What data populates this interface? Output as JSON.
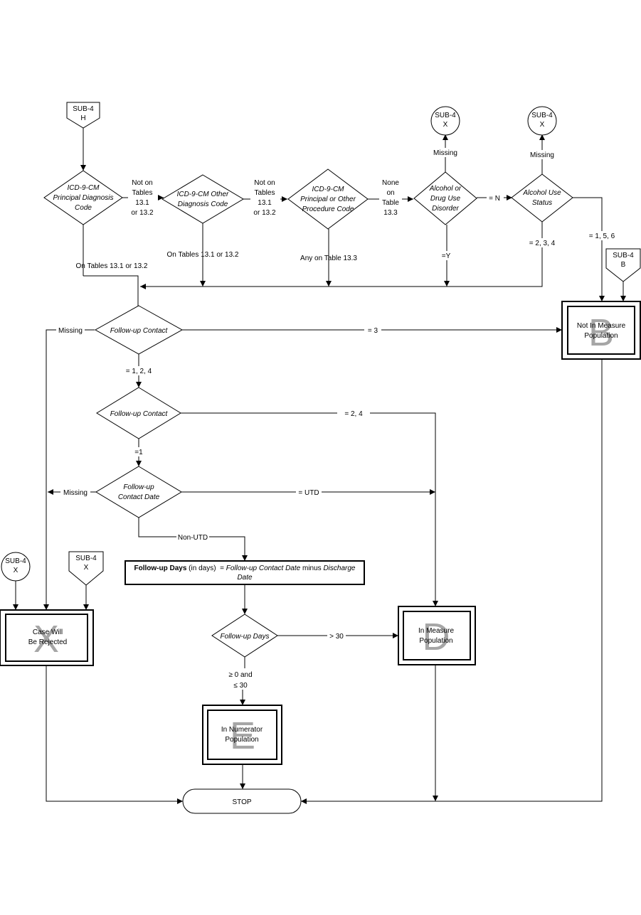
{
  "connectors": {
    "sub4_h": [
      "SUB-4",
      "H"
    ],
    "sub4_x_top1": [
      "SUB-4",
      "X"
    ],
    "sub4_x_top2": [
      "SUB-4",
      "X"
    ],
    "sub4_b": [
      "SUB-4",
      "B"
    ],
    "sub4_x_left1": [
      "SUB-4",
      "X"
    ],
    "sub4_x_left2": [
      "SUB-4",
      "X"
    ]
  },
  "decisions": {
    "principal_dx": [
      "ICD-9-CM",
      "Principal Diagnosis",
      "Code"
    ],
    "other_dx": [
      "ICD-9-CM Other",
      "Diagnosis Code"
    ],
    "procedure": [
      "ICD-9-CM",
      "Principal or Other",
      "Procedure Code"
    ],
    "alcohol_drug": [
      "Alcohol or",
      "Drug Use",
      "Disorder"
    ],
    "alcohol_status": [
      "Alcohol Use",
      "Status"
    ],
    "followup_contact_1": [
      "Follow-up Contact"
    ],
    "followup_contact_2": [
      "Follow-up Contact"
    ],
    "followup_date": [
      "Follow-up",
      "Contact Date"
    ],
    "followup_days": [
      "Follow-up Days"
    ]
  },
  "process": {
    "bold": "Follow-up Days",
    "unit": " (in days)  = ",
    "var1": "Follow-up Contact Date",
    "minus": " minus ",
    "var2": "Discharge",
    "var2_line2": "Date"
  },
  "outcomes": {
    "not_in_measure": {
      "letter": "B",
      "lines": [
        "Not In Measure",
        "Population"
      ]
    },
    "rejected": {
      "letter": "X",
      "lines": [
        "Case Will",
        "Be Rejected"
      ]
    },
    "in_measure": {
      "letter": "D",
      "lines": [
        "In Measure",
        "Population"
      ]
    },
    "in_numerator": {
      "letter": "E",
      "lines": [
        "In Numerator",
        "Population"
      ]
    }
  },
  "terminator": "STOP",
  "labels": {
    "not_on_1": [
      "Not on",
      "Tables",
      "13.1",
      "or 13.2"
    ],
    "not_on_2": [
      "Not on",
      "Tables",
      "13.1",
      "or 13.2"
    ],
    "none_on": [
      "None",
      "on",
      "Table",
      "13.3"
    ],
    "eq_n": "= N",
    "on_tables_1": "On  Tables 13.1 or 13.2",
    "on_tables_2": "On Tables 13.1 or 13.2",
    "any_on": "Any on Table 13.3",
    "eq_y": "=Y",
    "missing_1": "Missing",
    "missing_2": "Missing",
    "eq_234": "= 2, 3, 4",
    "eq_156": "= 1, 5, 6",
    "missing_contact": "Missing",
    "eq_3": "= 3",
    "eq_124": "= 1, 2, 4",
    "eq_2_4": "= 2,  4",
    "eq_1": "=1",
    "missing_date": "Missing",
    "eq_utd": "= UTD",
    "non_utd": "Non-UTD",
    "gt_30": "> 30",
    "ge_0": "≥ 0 and",
    "le_30": "≤ 30"
  }
}
